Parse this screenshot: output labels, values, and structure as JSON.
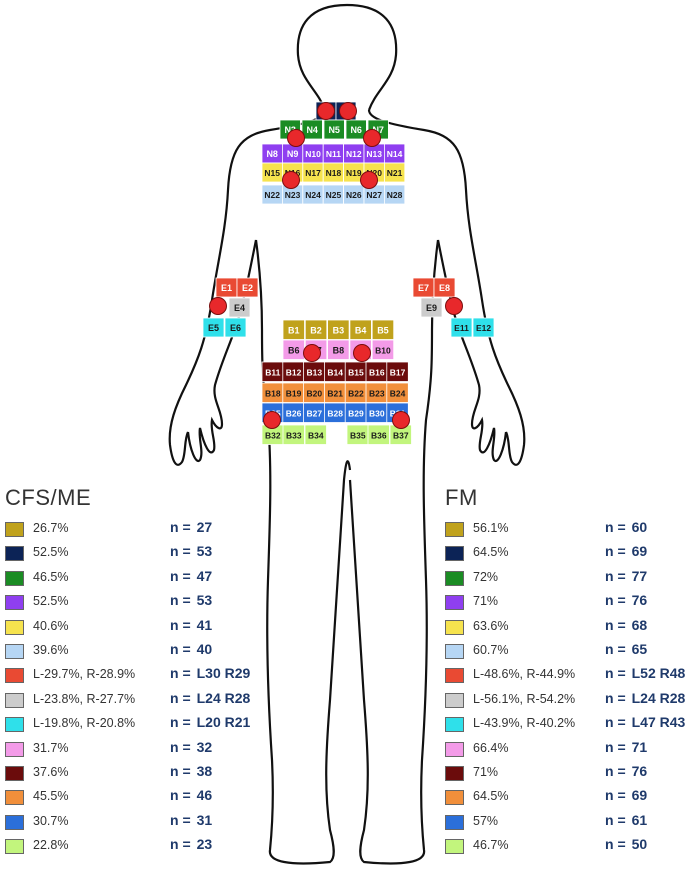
{
  "colors": {
    "olive": "#c0a21c",
    "navy": "#0c2356",
    "green": "#1b8c24",
    "purple": "#8f3ff0",
    "yellow": "#f6e34e",
    "lightblue": "#b6d6f4",
    "red": "#e94a33",
    "grey": "#cccccc",
    "cyan": "#2fe0ea",
    "pink": "#f39be8",
    "maroon": "#6b0c0c",
    "orange": "#f18f3b",
    "blue": "#2b6fda",
    "lime": "#c2f57d",
    "marker": "#e8282b"
  },
  "regions": {
    "neck": [
      {
        "label": "N3",
        "color": "green"
      },
      {
        "label": "N4",
        "color": "green"
      },
      {
        "label": "N5",
        "color": "green"
      },
      {
        "label": "N6",
        "color": "green"
      },
      {
        "label": "N7",
        "color": "green"
      },
      {
        "label": "N8",
        "color": "purple"
      },
      {
        "label": "N9",
        "color": "purple"
      },
      {
        "label": "N10",
        "color": "purple"
      },
      {
        "label": "N11",
        "color": "purple"
      },
      {
        "label": "N12",
        "color": "purple"
      },
      {
        "label": "N13",
        "color": "purple"
      },
      {
        "label": "N14",
        "color": "purple"
      },
      {
        "label": "N15",
        "color": "yellow"
      },
      {
        "label": "N16",
        "color": "yellow"
      },
      {
        "label": "N17",
        "color": "yellow"
      },
      {
        "label": "N18",
        "color": "yellow"
      },
      {
        "label": "N19",
        "color": "yellow"
      },
      {
        "label": "N20",
        "color": "yellow"
      },
      {
        "label": "N21",
        "color": "yellow"
      },
      {
        "label": "N22",
        "color": "lightblue"
      },
      {
        "label": "N23",
        "color": "lightblue"
      },
      {
        "label": "N24",
        "color": "lightblue"
      },
      {
        "label": "N25",
        "color": "lightblue"
      },
      {
        "label": "N26",
        "color": "lightblue"
      },
      {
        "label": "N27",
        "color": "lightblue"
      },
      {
        "label": "N28",
        "color": "lightblue"
      }
    ],
    "elbow": [
      {
        "label": "E1",
        "color": "red"
      },
      {
        "label": "E2",
        "color": "red"
      },
      {
        "label": "E4",
        "color": "grey"
      },
      {
        "label": "E5",
        "color": "cyan"
      },
      {
        "label": "E6",
        "color": "cyan"
      },
      {
        "label": "E7",
        "color": "red"
      },
      {
        "label": "E8",
        "color": "red"
      },
      {
        "label": "E9",
        "color": "grey"
      },
      {
        "label": "E11",
        "color": "cyan"
      },
      {
        "label": "E12",
        "color": "cyan"
      }
    ],
    "back": [
      {
        "label": "B1",
        "color": "olive"
      },
      {
        "label": "B2",
        "color": "olive"
      },
      {
        "label": "B3",
        "color": "olive"
      },
      {
        "label": "B4",
        "color": "olive"
      },
      {
        "label": "B5",
        "color": "olive"
      },
      {
        "label": "B6",
        "color": "pink"
      },
      {
        "label": "B7",
        "color": "pink"
      },
      {
        "label": "B8",
        "color": "pink"
      },
      {
        "label": "B9",
        "color": "pink"
      },
      {
        "label": "B10",
        "color": "pink"
      },
      {
        "label": "B11",
        "color": "maroon"
      },
      {
        "label": "B12",
        "color": "maroon"
      },
      {
        "label": "B13",
        "color": "maroon"
      },
      {
        "label": "B14",
        "color": "maroon"
      },
      {
        "label": "B15",
        "color": "maroon"
      },
      {
        "label": "B16",
        "color": "maroon"
      },
      {
        "label": "B17",
        "color": "maroon"
      },
      {
        "label": "B18",
        "color": "orange"
      },
      {
        "label": "B19",
        "color": "orange"
      },
      {
        "label": "B20",
        "color": "orange"
      },
      {
        "label": "B21",
        "color": "orange"
      },
      {
        "label": "B22",
        "color": "orange"
      },
      {
        "label": "B23",
        "color": "orange"
      },
      {
        "label": "B24",
        "color": "orange"
      },
      {
        "label": "B25",
        "color": "blue"
      },
      {
        "label": "B26",
        "color": "blue"
      },
      {
        "label": "B27",
        "color": "blue"
      },
      {
        "label": "B28",
        "color": "blue"
      },
      {
        "label": "B29",
        "color": "blue"
      },
      {
        "label": "B30",
        "color": "blue"
      },
      {
        "label": "B31",
        "color": "blue"
      },
      {
        "label": "B32",
        "color": "lime"
      },
      {
        "label": "B33",
        "color": "lime"
      },
      {
        "label": "B34",
        "color": "lime"
      },
      {
        "label": "B35",
        "color": "lime"
      },
      {
        "label": "B36",
        "color": "lime"
      },
      {
        "label": "B37",
        "color": "lime"
      }
    ]
  },
  "legend_left": {
    "title": "CFS/ME",
    "n_label": "n =",
    "rows": [
      {
        "color": "olive",
        "pct": "26.7%",
        "n": "27"
      },
      {
        "color": "navy",
        "pct": "52.5%",
        "n": "53"
      },
      {
        "color": "green",
        "pct": "46.5%",
        "n": "47"
      },
      {
        "color": "purple",
        "pct": "52.5%",
        "n": "53"
      },
      {
        "color": "yellow",
        "pct": "40.6%",
        "n": "41"
      },
      {
        "color": "lightblue",
        "pct": "39.6%",
        "n": "40"
      },
      {
        "color": "red",
        "pct": "L-29.7%, R-28.9%",
        "n": "L30 R29"
      },
      {
        "color": "grey",
        "pct": "L-23.8%, R-27.7%",
        "n": "L24 R28"
      },
      {
        "color": "cyan",
        "pct": "L-19.8%, R-20.8%",
        "n": "L20 R21"
      },
      {
        "color": "pink",
        "pct": "31.7%",
        "n": "32"
      },
      {
        "color": "maroon",
        "pct": "37.6%",
        "n": "38"
      },
      {
        "color": "orange",
        "pct": "45.5%",
        "n": "46"
      },
      {
        "color": "blue",
        "pct": "30.7%",
        "n": "31"
      },
      {
        "color": "lime",
        "pct": "22.8%",
        "n": "23"
      }
    ]
  },
  "legend_right": {
    "title": "FM",
    "n_label": "n =",
    "rows": [
      {
        "color": "olive",
        "pct": "56.1%",
        "n": "60"
      },
      {
        "color": "navy",
        "pct": "64.5%",
        "n": "69"
      },
      {
        "color": "green",
        "pct": "72%",
        "n": "77"
      },
      {
        "color": "purple",
        "pct": "71%",
        "n": "76"
      },
      {
        "color": "yellow",
        "pct": "63.6%",
        "n": "68"
      },
      {
        "color": "lightblue",
        "pct": "60.7%",
        "n": "65"
      },
      {
        "color": "red",
        "pct": "L-48.6%, R-44.9%",
        "n": "L52 R48"
      },
      {
        "color": "grey",
        "pct": "L-56.1%, R-54.2%",
        "n": "L24 R28"
      },
      {
        "color": "cyan",
        "pct": "L-43.9%, R-40.2%",
        "n": "L47 R43"
      },
      {
        "color": "pink",
        "pct": "66.4%",
        "n": "71"
      },
      {
        "color": "maroon",
        "pct": "71%",
        "n": "76"
      },
      {
        "color": "orange",
        "pct": "64.5%",
        "n": "69"
      },
      {
        "color": "blue",
        "pct": "57%",
        "n": "61"
      },
      {
        "color": "lime",
        "pct": "46.7%",
        "n": "50"
      }
    ]
  }
}
